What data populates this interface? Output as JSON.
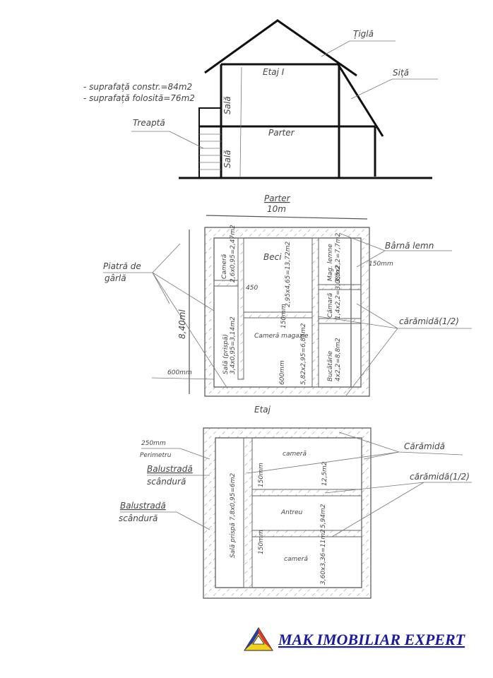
{
  "section": {
    "roof_label": "Țiglă",
    "mesh_label": "Siță",
    "built_area": "- suprafață constr.=84m2",
    "used_area": "- suprafață folosită=76m2",
    "step_label": "Treaptă",
    "floor1_label": "Etaj I",
    "ground_label": "Parter",
    "hall_upper": "Sală",
    "hall_lower": "Sală"
  },
  "ground_plan": {
    "title": "Parter",
    "width_dim": "10m",
    "height_dim": "8,40ml",
    "stone_label_1": "Piatră de",
    "stone_label_2": "gârlă",
    "beam_label": "Bârnă lemn",
    "wall_150": "150mm",
    "half_brick": "cărămidă(1/2)",
    "wall_600": "600mm",
    "next_floor": "Etaj",
    "wall_450": "450",
    "wall_150b": "150mm",
    "wall_600b": "600mm",
    "rooms": {
      "pantry_room": "Cameră",
      "pantry_room_area": "2,6x0,95=2,47m2",
      "cellar": "Beci",
      "cellar_area": "2,95x4,65=13,72m2",
      "hall": "Sală (prispă)",
      "hall_area": "3,4x0,95=3,14m2",
      "storage": "Cameră magazie",
      "storage_area": "5,82x2,95=6,85m2",
      "woodshed": "Mag. lemne",
      "woodshed_area": "3,5x2,2=7,7m2",
      "larder": "Cămară",
      "larder_area": "1,4x2,2=3,08m2",
      "kitchen": "Bucătărie",
      "kitchen_area": "4x2,2=8,8m2"
    }
  },
  "upper_plan": {
    "perimeter_1": "250mm",
    "perimeter_2": "Perimetru",
    "balustrade_1a": "Balustradă",
    "balustrade_1b": "scândură",
    "balustrade_2a": "Balustradă",
    "balustrade_2b": "scândură",
    "brick": "Cărămidă",
    "half_brick": "cărămidă(1/2)",
    "wall_150a": "150mm",
    "wall_150b": "150mm",
    "rooms": {
      "hall": "Sală prispă 7,8x0,95=6m2",
      "room1": "cameră",
      "room1_area": "12,5m2",
      "hallway": "Antreu",
      "hallway_area": "5,94m2",
      "room2": "cameră",
      "room2_area": "3,60x3,36=11m2"
    }
  },
  "logo": {
    "text": "MAK IMOBILIAR EXPERT",
    "colors": [
      "#2a3fa0",
      "#d63a2a",
      "#f2d21a"
    ]
  }
}
